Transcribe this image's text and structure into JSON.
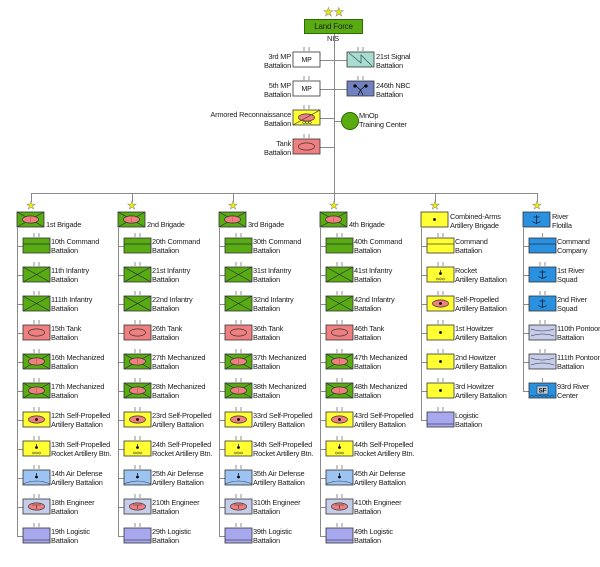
{
  "hq": {
    "label": "Land Force",
    "sublabel": "NIS",
    "stars": 2
  },
  "hq_units_left": [
    {
      "label": [
        "3rd MP",
        "Battalion"
      ],
      "symbol": "mp",
      "text": "MP"
    },
    {
      "label": [
        "5th MP",
        "Battalion"
      ],
      "symbol": "mp",
      "text": "MP"
    },
    {
      "label": [
        "Armored Reconnaissance",
        "Battalion"
      ],
      "symbol": "recon"
    },
    {
      "label": [
        "Tank",
        "Battalion"
      ],
      "symbol": "tank"
    }
  ],
  "hq_units_right": [
    {
      "label": [
        "21st Signal",
        "Battalion"
      ],
      "symbol": "signal"
    },
    {
      "label": [
        "246th NBC",
        "Battalion"
      ],
      "symbol": "nbc"
    },
    {
      "label": [
        "MnOp",
        "Training Center"
      ],
      "symbol": "circle"
    }
  ],
  "colors": {
    "green": "#5aab12",
    "pink": "#f08080",
    "yellow": "#ffff33",
    "river_blue": "#2a90e0",
    "air_defense": "#9cc3f2",
    "engineer": "#c6cde8",
    "logistic": "#a8a8ee",
    "signal": "#a8dcd0",
    "nbc": "#7080c0",
    "star": "#ffff00"
  },
  "brigades": [
    {
      "name": [
        "1st Brigade"
      ],
      "symbol": "mech",
      "units": [
        {
          "label": [
            "10th Command",
            "Battalion"
          ],
          "symbol": "command"
        },
        {
          "label": [
            "11th Infantry",
            "Battalion"
          ],
          "symbol": "infantry"
        },
        {
          "label": [
            "111th Infantry",
            "Battalion"
          ],
          "symbol": "infantry"
        },
        {
          "label": [
            "15th Tank",
            "Battalion"
          ],
          "symbol": "tank"
        },
        {
          "label": [
            "16th Mechanized",
            "Battalion"
          ],
          "symbol": "mech"
        },
        {
          "label": [
            "17th Mechanized",
            "Battalion"
          ],
          "symbol": "mech"
        },
        {
          "label": [
            "12th Self-Propelled",
            "Artillery Battalion"
          ],
          "symbol": "sp-artillery"
        },
        {
          "label": [
            "13th Self-Propelled",
            "Rocket Artillery Btn."
          ],
          "symbol": "rocket"
        },
        {
          "label": [
            "14th Air Defense",
            "Artillery Battalion"
          ],
          "symbol": "air-defense"
        },
        {
          "label": [
            "18th Engineer",
            "Battalion"
          ],
          "symbol": "engineer"
        },
        {
          "label": [
            "19th Logistic",
            "Battalion"
          ],
          "symbol": "logistic"
        }
      ]
    },
    {
      "name": [
        "2nd Brigade"
      ],
      "symbol": "mech",
      "units": [
        {
          "label": [
            "20th Command",
            "Battalion"
          ],
          "symbol": "command"
        },
        {
          "label": [
            "21st Infantry",
            "Battalion"
          ],
          "symbol": "infantry"
        },
        {
          "label": [
            "22nd Infantry",
            "Battalion"
          ],
          "symbol": "infantry"
        },
        {
          "label": [
            "26th Tank",
            "Battalion"
          ],
          "symbol": "tank"
        },
        {
          "label": [
            "27th Mechanized",
            "Battalion"
          ],
          "symbol": "mech"
        },
        {
          "label": [
            "28th Mechanized",
            "Battalion"
          ],
          "symbol": "mech"
        },
        {
          "label": [
            "23rd Self-Propelled",
            "Artillery Battalion"
          ],
          "symbol": "sp-artillery"
        },
        {
          "label": [
            "24th Self-Propelled",
            "Rocket Artillery Btn."
          ],
          "symbol": "rocket"
        },
        {
          "label": [
            "25th Air Defense",
            "Artillery Battalion"
          ],
          "symbol": "air-defense"
        },
        {
          "label": [
            "210th Engineer",
            "Battalion"
          ],
          "symbol": "engineer"
        },
        {
          "label": [
            "29th Logistic",
            "Battalion"
          ],
          "symbol": "logistic"
        }
      ]
    },
    {
      "name": [
        "3rd Brigade"
      ],
      "symbol": "mech",
      "units": [
        {
          "label": [
            "30th Command",
            "Battalion"
          ],
          "symbol": "command"
        },
        {
          "label": [
            "31st Infantry",
            "Battalion"
          ],
          "symbol": "infantry"
        },
        {
          "label": [
            "32nd Infantry",
            "Battalion"
          ],
          "symbol": "infantry"
        },
        {
          "label": [
            "36th Tank",
            "Battalion"
          ],
          "symbol": "tank"
        },
        {
          "label": [
            "37th Mechanized",
            "Battalion"
          ],
          "symbol": "mech"
        },
        {
          "label": [
            "38th Mechanized",
            "Battalion"
          ],
          "symbol": "mech"
        },
        {
          "label": [
            "33rd Self-Propelled",
            "Artillery Battalion"
          ],
          "symbol": "sp-artillery"
        },
        {
          "label": [
            "34th Self-Propelled",
            "Rocket Artillery Btn."
          ],
          "symbol": "rocket"
        },
        {
          "label": [
            "35th Air Defense",
            "Artillery Battalion"
          ],
          "symbol": "air-defense"
        },
        {
          "label": [
            "310th Engineer",
            "Battalion"
          ],
          "symbol": "engineer"
        },
        {
          "label": [
            "39th Logistic",
            "Battalion"
          ],
          "symbol": "logistic"
        }
      ]
    },
    {
      "name": [
        "4th Brigade"
      ],
      "symbol": "mech",
      "units": [
        {
          "label": [
            "40th Command",
            "Battalion"
          ],
          "symbol": "command"
        },
        {
          "label": [
            "41st Infantry",
            "Battalion"
          ],
          "symbol": "infantry"
        },
        {
          "label": [
            "42nd Infantry",
            "Battalion"
          ],
          "symbol": "infantry"
        },
        {
          "label": [
            "46th Tank",
            "Battalion"
          ],
          "symbol": "tank"
        },
        {
          "label": [
            "47th Mechanized",
            "Battalion"
          ],
          "symbol": "mech"
        },
        {
          "label": [
            "48th Mechanized",
            "Battalion"
          ],
          "symbol": "mech"
        },
        {
          "label": [
            "43rd Self-Propelled",
            "Artillery Battalion"
          ],
          "symbol": "sp-artillery"
        },
        {
          "label": [
            "44th Self-Propelled",
            "Rocket Artillery Btn."
          ],
          "symbol": "rocket"
        },
        {
          "label": [
            "45th Air Defense",
            "Artillery Battalion"
          ],
          "symbol": "air-defense"
        },
        {
          "label": [
            "410th Engineer",
            "Battalion"
          ],
          "symbol": "engineer"
        },
        {
          "label": [
            "49th Logistic",
            "Battalion"
          ],
          "symbol": "logistic"
        }
      ]
    },
    {
      "name": [
        "Combined-Arms",
        "Artillery Brigade"
      ],
      "symbol": "howitzer",
      "units": [
        {
          "label": [
            "Command",
            "Battalion"
          ],
          "symbol": "command-yellow"
        },
        {
          "label": [
            "Rocket",
            "Artillery Battalion"
          ],
          "symbol": "rocket"
        },
        {
          "label": [
            "Self-Propelled",
            "Artillery Battalion"
          ],
          "symbol": "sp-artillery"
        },
        {
          "label": [
            "1st Howitzer",
            "Artillery Battalion"
          ],
          "symbol": "howitzer"
        },
        {
          "label": [
            "2nd Howitzer",
            "Artillery Battalion"
          ],
          "symbol": "howitzer"
        },
        {
          "label": [
            "3rd Howitzer",
            "Artillery Battalion"
          ],
          "symbol": "howitzer"
        },
        {
          "label": [
            "Logistic",
            "Battalion"
          ],
          "symbol": "logistic"
        }
      ]
    },
    {
      "name": [
        "River",
        "Flotilla"
      ],
      "symbol": "river",
      "units": [
        {
          "label": [
            "Command",
            "Company"
          ],
          "symbol": "command-blue",
          "echelon": "company"
        },
        {
          "label": [
            "1st River",
            "Squad"
          ],
          "symbol": "river"
        },
        {
          "label": [
            "2nd River",
            "Squad"
          ],
          "symbol": "river"
        },
        {
          "label": [
            "110th Pontoon",
            "Battalion"
          ],
          "symbol": "pontoon"
        },
        {
          "label": [
            "111th Pontoon",
            "Battalion"
          ],
          "symbol": "pontoon"
        },
        {
          "label": [
            "93rd River",
            "Center"
          ],
          "symbol": "sf",
          "echelon": "company",
          "text": "SF"
        }
      ]
    }
  ]
}
